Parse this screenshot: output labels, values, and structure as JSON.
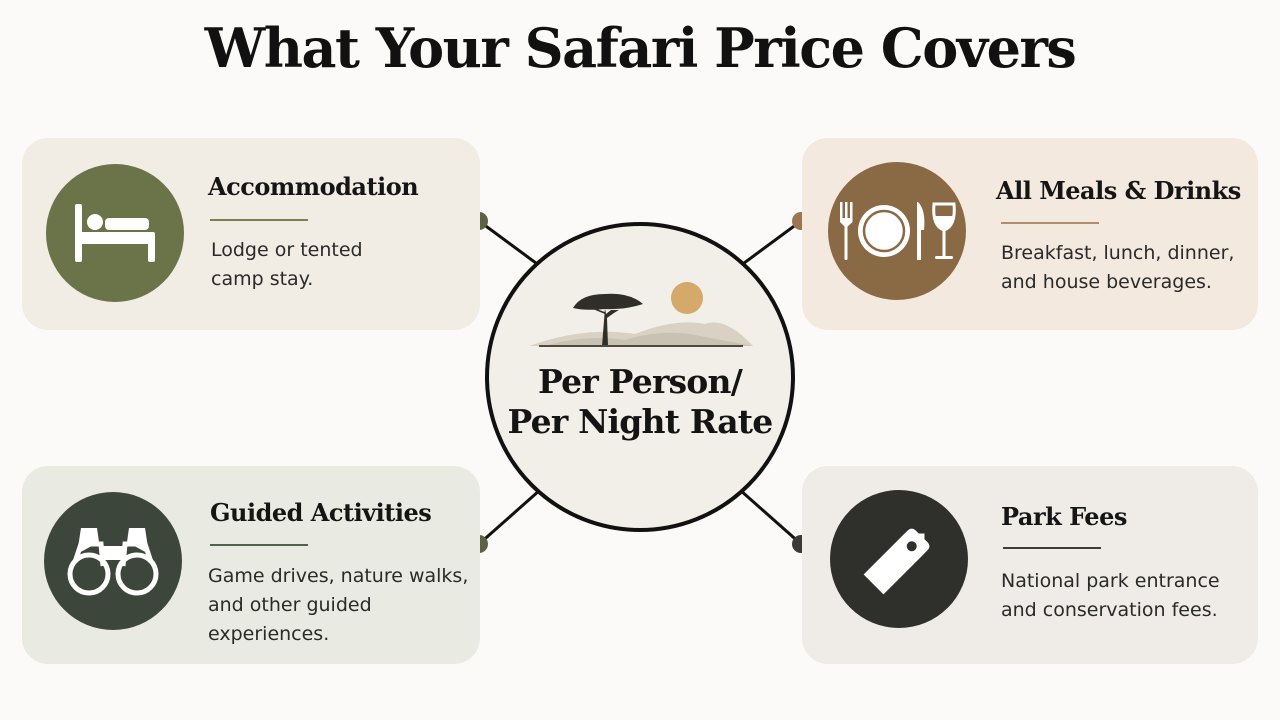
{
  "title": "What Your Safari Price Covers",
  "center": {
    "line1": "Per Person/",
    "line2": "Per Night Rate"
  },
  "cards": {
    "accommodation": {
      "heading": "Accommodation",
      "desc_line1": "Lodge or tented",
      "desc_line2": "camp stay.",
      "icon": "bed-icon",
      "color": "#6b7448"
    },
    "meals": {
      "heading": "All Meals & Drinks",
      "desc_line1": "Breakfast, lunch, dinner,",
      "desc_line2": "and house beverages.",
      "icon": "dining-icon",
      "color": "#8a6a45"
    },
    "activities": {
      "heading": "Guided Activities",
      "desc_line1": "Game drives, nature walks,",
      "desc_line2": "and other guided",
      "desc_line3": "experiences.",
      "icon": "binoculars-icon",
      "color": "#3d463a"
    },
    "park_fees": {
      "heading": "Park Fees",
      "desc_line1": "National park entrance",
      "desc_line2": "and conservation fees.",
      "icon": "price-tag-icon",
      "color": "#2f2f2c"
    }
  },
  "colors": {
    "connector": "#111111",
    "dot_green": "#5a6343",
    "dot_brown": "#9b7650",
    "dot_dark": "#3a3a36",
    "sun": "#d4a96a"
  }
}
